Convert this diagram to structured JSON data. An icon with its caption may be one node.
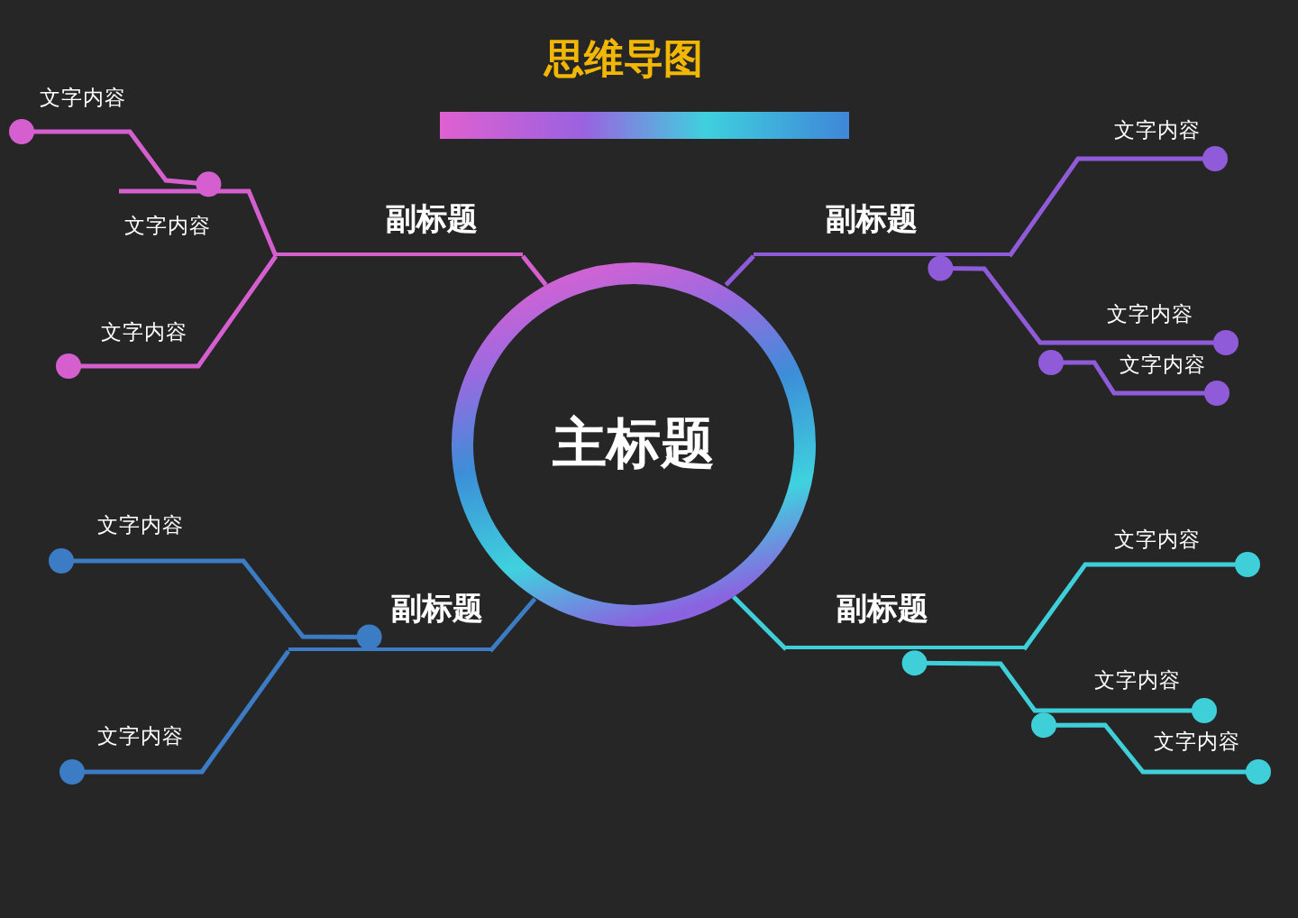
{
  "diagram": {
    "title": "思维导图",
    "nodes": [
      {
        "text": [
          "主标题"
        ]
      },
      {
        "text": [
          "副标题"
        ]
      },
      {
        "text": [
          "副标题"
        ]
      },
      {
        "text": [
          "副标题"
        ]
      },
      {
        "text": [
          "副标题"
        ]
      },
      {
        "text": [
          "文字内容"
        ]
      },
      {
        "text": [
          "文字内容"
        ]
      },
      {
        "text": [
          "文字内容"
        ]
      },
      {
        "text": [
          "文字内容"
        ]
      },
      {
        "text": [
          "文字内容"
        ]
      },
      {
        "text": [
          "文字内容"
        ]
      },
      {
        "text": [
          "文字内容"
        ]
      },
      {
        "text": [
          "文字内容"
        ]
      },
      {
        "text": [
          "文字内容"
        ]
      },
      {
        "text": [
          "文字内容"
        ]
      },
      {
        "text": [
          "文字内容"
        ]
      },
      {
        "text": [],
        "shape": "bar"
      }
    ],
    "edges": [
      {
        "from": 0,
        "to": 1,
        "arrow": "none",
        "color": "#d65fcf"
      },
      {
        "from": 0,
        "to": 2,
        "arrow": "none",
        "color": "#8f5bd8"
      },
      {
        "from": 0,
        "to": 3,
        "arrow": "none",
        "color": "#3b7cc4"
      },
      {
        "from": 0,
        "to": 4,
        "arrow": "none",
        "color": "#3ecfd9"
      },
      {
        "from": 6,
        "to": 5,
        "arrow": "other",
        "color": "#d65fcf"
      },
      {
        "from": 1,
        "to": 6,
        "arrow": "none",
        "color": "#d65fcf"
      },
      {
        "from": 1,
        "to": 7,
        "arrow": "other",
        "color": "#d65fcf"
      },
      {
        "from": 2,
        "to": 8,
        "arrow": "other",
        "color": "#8f5bd8"
      },
      {
        "from": 2,
        "to": 9,
        "arrow": "other",
        "color": "#8f5bd8"
      },
      {
        "from": 9,
        "to": 10,
        "arrow": "other",
        "color": "#8f5bd8"
      },
      {
        "from": 3,
        "to": 11,
        "arrow": "other",
        "color": "#3b7cc4"
      },
      {
        "from": 3,
        "to": 12,
        "arrow": "other",
        "color": "#3b7cc4"
      },
      {
        "from": 4,
        "to": 13,
        "arrow": "other",
        "color": "#3ecfd9"
      },
      {
        "from": 4,
        "to": 14,
        "arrow": "other",
        "color": "#3ecfd9"
      },
      {
        "from": 14,
        "to": 15,
        "arrow": "other",
        "color": "#3ecfd9"
      }
    ]
  }
}
